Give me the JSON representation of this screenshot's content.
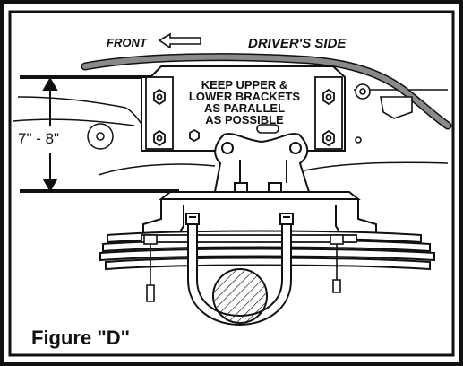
{
  "labels": {
    "front": "FRONT",
    "side": "DRIVER'S SIDE",
    "note": [
      "KEEP UPPER &",
      "LOWER BRACKETS",
      "AS PARALLEL",
      "AS POSSIBLE"
    ],
    "measurement": "7\" - 8\"",
    "figure": "Figure \"D\""
  },
  "colors": {
    "ink": "#111111",
    "cable": "#8a8a8a",
    "paper": "#ffffff",
    "frame": "#1a1a1a"
  }
}
